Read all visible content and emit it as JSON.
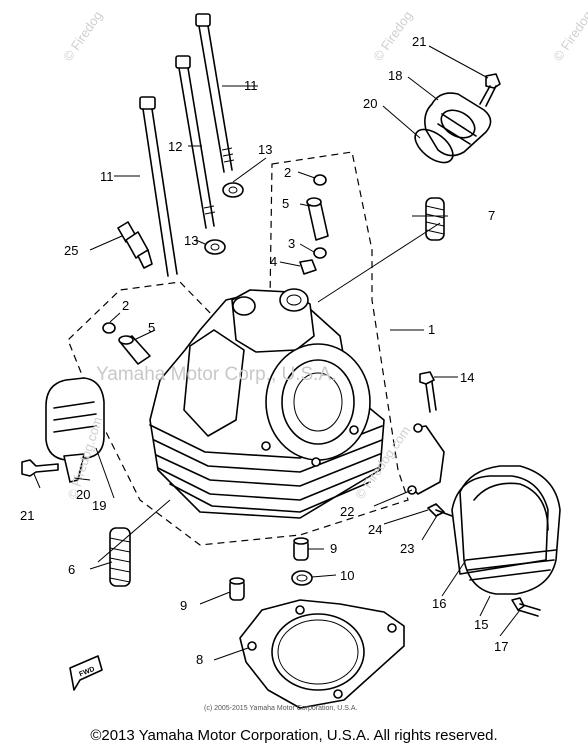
{
  "part_labels": {
    "p1": "1",
    "p2a": "2",
    "p2b": "2",
    "p3": "3",
    "p4": "4",
    "p5a": "5",
    "p5b": "5",
    "p6": "6",
    "p7": "7",
    "p8": "8",
    "p9a": "9",
    "p9b": "9",
    "p10": "10",
    "p11a": "11",
    "p11b": "11",
    "p12": "12",
    "p13a": "13",
    "p13b": "13",
    "p14": "14",
    "p15": "15",
    "p16": "16",
    "p17": "17",
    "p18": "18",
    "p19": "19",
    "p20a": "20",
    "p20b": "20",
    "p21a": "21",
    "p21b": "21",
    "p22": "22",
    "p23": "23",
    "p24": "24",
    "p25": "25"
  },
  "watermarks": {
    "center": "Yamaha Motor Corp., U.S.A.",
    "diag1": "© Firedog.com",
    "diag2": "© Firedog.com",
    "corner_tl": "© Firedog",
    "corner_tr": "© Firedog",
    "corner_r": "© Firedog"
  },
  "small_notice": "(c) 2005-2015 Yamaha Motor Corporation, U.S.A.",
  "fwd_mark": "FWD",
  "copyright": "©2013 Yamaha Motor Corporation, U.S.A. All rights reserved."
}
